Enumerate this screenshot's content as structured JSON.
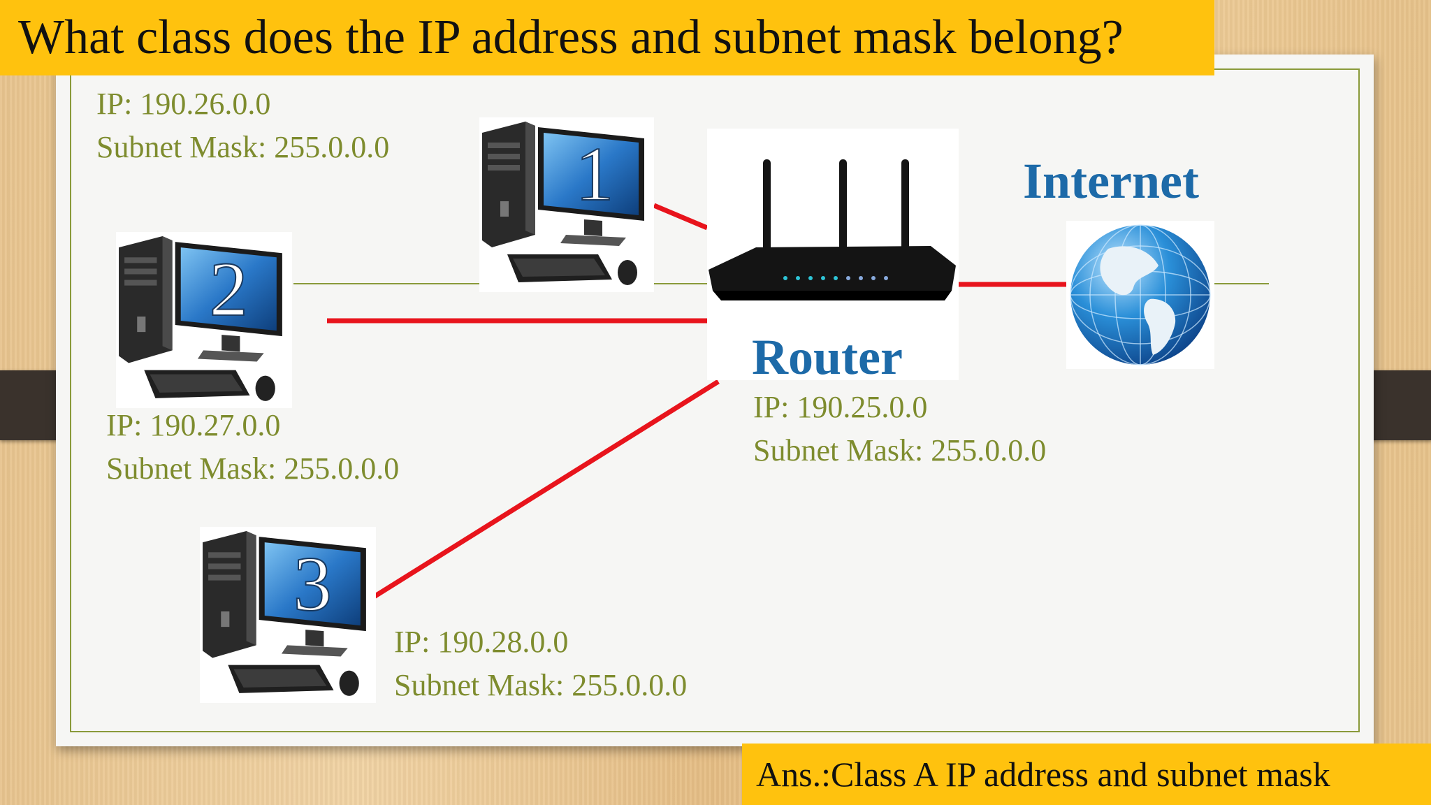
{
  "title": "What class does the IP address and subnet mask belong?",
  "answer": "Ans.:Class A IP address and subnet mask",
  "nodes": {
    "pc1": {
      "number": "1",
      "ip": "IP: 190.26.0.0",
      "mask": "Subnet Mask: 255.0.0.0"
    },
    "pc2": {
      "number": "2",
      "ip": "IP: 190.27.0.0",
      "mask": "Subnet Mask: 255.0.0.0"
    },
    "pc3": {
      "number": "3",
      "ip": "IP: 190.28.0.0",
      "mask": "Subnet Mask: 255.0.0.0"
    },
    "router": {
      "label": "Router",
      "ip": "IP: 190.25.0.0",
      "mask": "Subnet Mask: 255.0.0.0"
    },
    "internet": {
      "label": "Internet"
    }
  },
  "colors": {
    "banner": "#ffc20e",
    "address_text": "#7e8c2e",
    "node_label": "#1d6aa8",
    "link": "#e8141c",
    "frame": "#8a9a3a"
  },
  "icons": [
    "desktop-computer-icon",
    "wifi-router-icon",
    "globe-icon"
  ]
}
